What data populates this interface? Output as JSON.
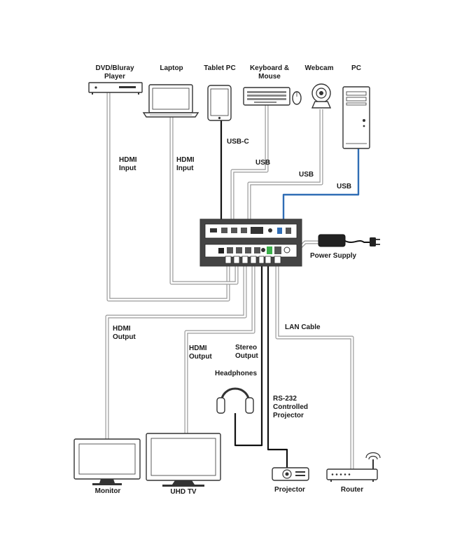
{
  "sources": {
    "dvd": "DVD/Bluray\nPlayer",
    "laptop": "Laptop",
    "tablet": "Tablet PC",
    "keyboard": "Keyboard &\nMouse",
    "webcam": "Webcam",
    "pc": "PC"
  },
  "cables": {
    "usbc": "USB-C",
    "hdmi_in_1": "HDMI\nInput",
    "hdmi_in_2": "HDMI\nInput",
    "usb_1": "USB",
    "usb_2": "USB",
    "usb_3": "USB",
    "hdmi_out_1": "HDMI\nOutput",
    "hdmi_out_2": "HDMI\nOutput",
    "stereo": "Stereo\nOutput",
    "lan": "LAN Cable",
    "rs232": "RS-232\nControlled\nProjector",
    "headphones": "Headphones",
    "power": "Power Supply"
  },
  "destinations": {
    "monitor": "Monitor",
    "uhdtv": "UHD TV",
    "projector": "Projector",
    "router": "Router"
  },
  "colors": {
    "cable_outline": "#8a8a8a",
    "usb_cable": "#2f6db5",
    "device_body": "#4d4d4d",
    "green_port": "#3bb04a",
    "black_cable": "#111111"
  }
}
